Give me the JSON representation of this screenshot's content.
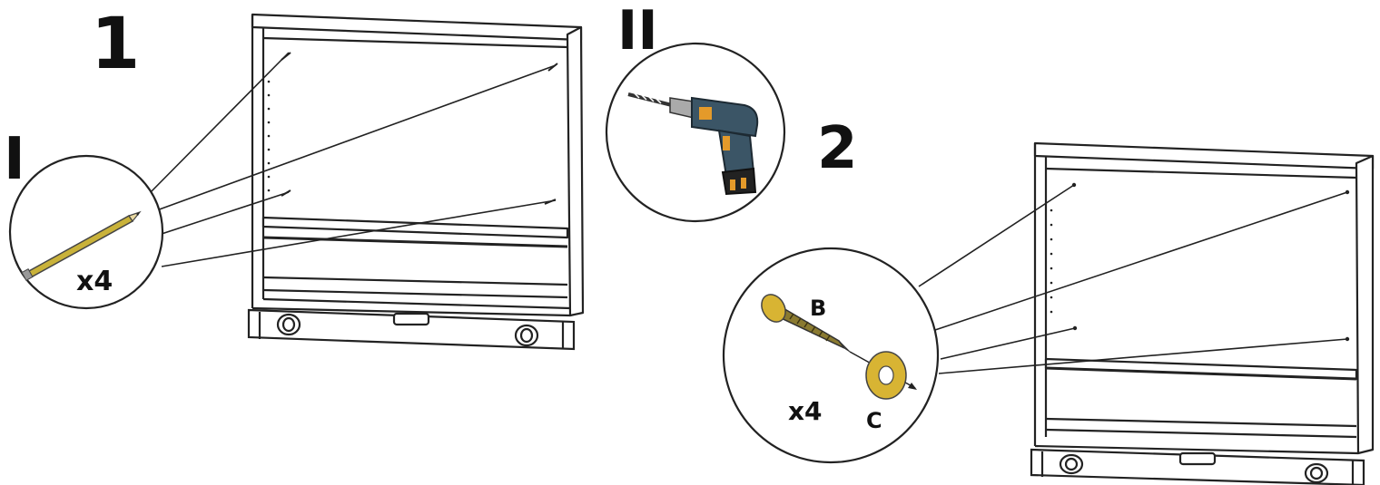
{
  "steps": {
    "step1_number": "1",
    "step2_number": "2",
    "tool1_roman": "I",
    "tool2_roman": "II"
  },
  "callouts": {
    "pencil_qty": "x4",
    "screw_qty": "x4",
    "screw_part": "B",
    "washer_part": "C"
  },
  "icons": {
    "pencil": "pencil-icon",
    "drill": "drill-icon",
    "screw": "screw-icon",
    "washer": "washer-icon",
    "level": "spirit-level-icon"
  },
  "colors": {
    "line": "#222222",
    "pencil_body": "#c9b23a",
    "brass": "#d8b433",
    "drill_body": "#3b5566",
    "drill_accent": "#e49a2a"
  }
}
